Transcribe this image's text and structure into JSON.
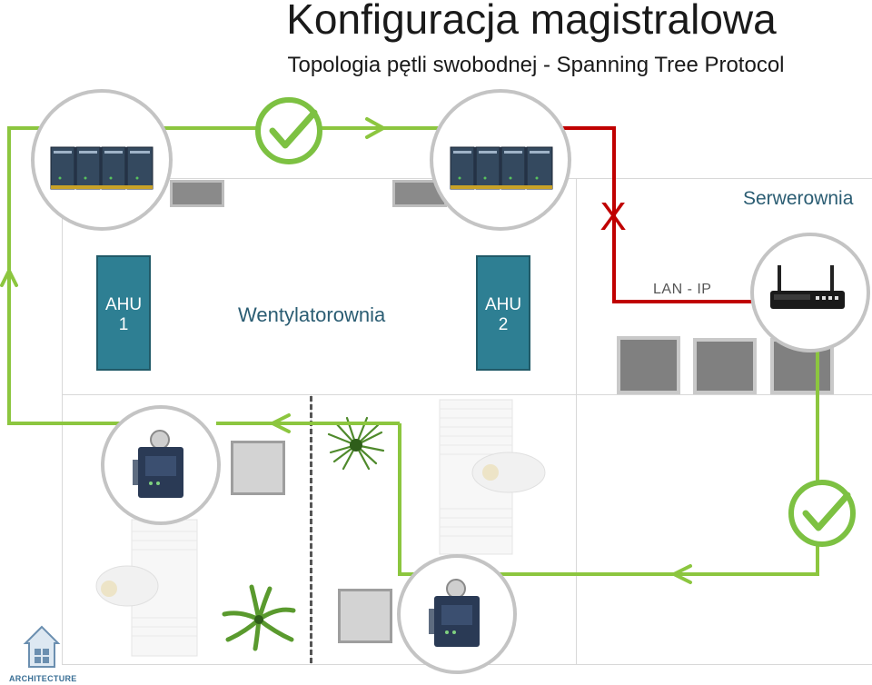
{
  "header": {
    "title": "Konfiguracja magistralowa",
    "subtitle": "Topologia pętli swobodnej - Spanning Tree Protocol"
  },
  "rooms": {
    "server_room": "Serwerownia",
    "ventilation_room": "Wentylatorownia",
    "lan_label": "LAN - IP"
  },
  "ahu": [
    {
      "line1": "AHU",
      "line2": "1"
    },
    {
      "line1": "AHU",
      "line2": "2"
    }
  ],
  "link_status": {
    "broken_mark": "X"
  },
  "colors": {
    "loop_green": "#8cc63f",
    "broken_red": "#c00000",
    "check_green": "#7dc142",
    "ahu_teal": "#2e7f93",
    "room_label": "#2b5d73"
  },
  "icons": [
    "plc-module-icon",
    "controller-icon",
    "router-icon",
    "check-icon",
    "house-logo-icon",
    "plant-icon"
  ],
  "brand": {
    "text": "ARCHITECTURE"
  }
}
